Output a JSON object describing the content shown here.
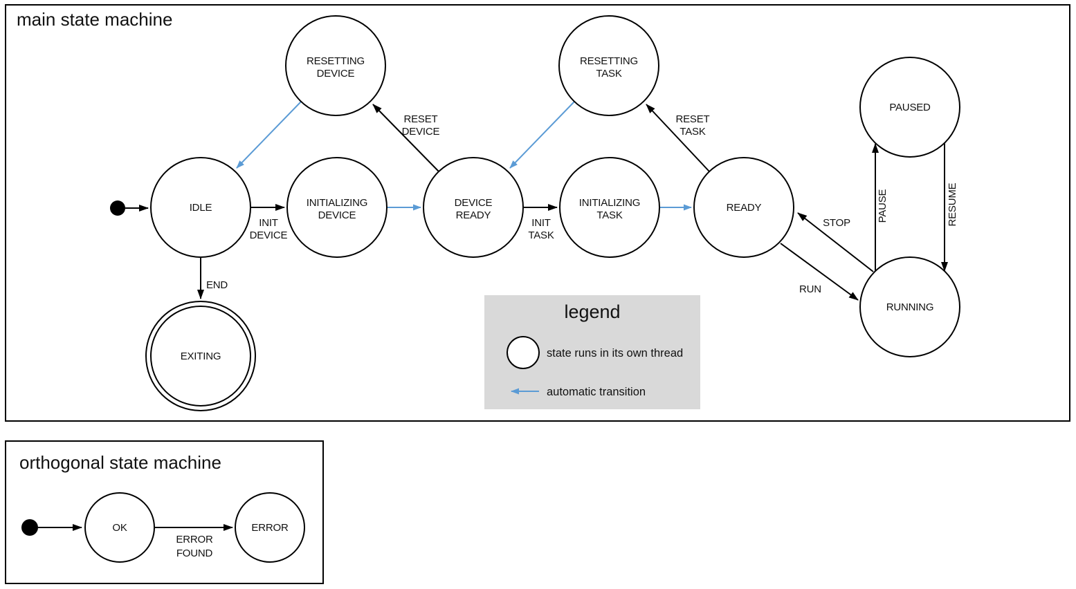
{
  "colors": {
    "threaded_fill": "#b4c7e7",
    "auto_transition": "#5b9bd5",
    "legend_bg": "#d9d9d9",
    "outline": "#000000"
  },
  "main_machine": {
    "title": "main state machine",
    "states": [
      {
        "name": "idle",
        "lines": [
          "IDLE"
        ]
      },
      {
        "name": "initializing-device",
        "lines": [
          "INITIALIZING",
          "DEVICE"
        ]
      },
      {
        "name": "device-ready",
        "lines": [
          "DEVICE",
          "READY"
        ]
      },
      {
        "name": "initializing-task",
        "lines": [
          "INITIALIZING",
          "TASK"
        ]
      },
      {
        "name": "ready",
        "lines": [
          "READY"
        ]
      },
      {
        "name": "resetting-device",
        "lines": [
          "RESETTING",
          "DEVICE"
        ]
      },
      {
        "name": "resetting-task",
        "lines": [
          "RESETTING",
          "TASK"
        ]
      },
      {
        "name": "paused",
        "lines": [
          "PAUSED"
        ]
      },
      {
        "name": "running",
        "lines": [
          "RUNNING"
        ]
      },
      {
        "name": "exiting",
        "lines": [
          "EXITING"
        ]
      }
    ],
    "transition_labels": {
      "init_device": [
        "INIT",
        "DEVICE"
      ],
      "init_task": [
        "INIT",
        "TASK"
      ],
      "reset_device": [
        "RESET",
        "DEVICE"
      ],
      "reset_task": [
        "RESET",
        "TASK"
      ],
      "run": "RUN",
      "stop": "STOP",
      "pause": "PAUSE",
      "resume": "RESUME",
      "end": "END"
    }
  },
  "legend": {
    "title": "legend",
    "threaded_label": "state runs in its own thread",
    "auto_label": "automatic transition"
  },
  "orthogonal_machine": {
    "title": "orthogonal state machine",
    "states": [
      {
        "name": "ok",
        "lines": [
          "OK"
        ]
      },
      {
        "name": "error",
        "lines": [
          "ERROR"
        ]
      }
    ],
    "transition_labels": {
      "error_found": [
        "ERROR",
        "FOUND"
      ]
    }
  }
}
